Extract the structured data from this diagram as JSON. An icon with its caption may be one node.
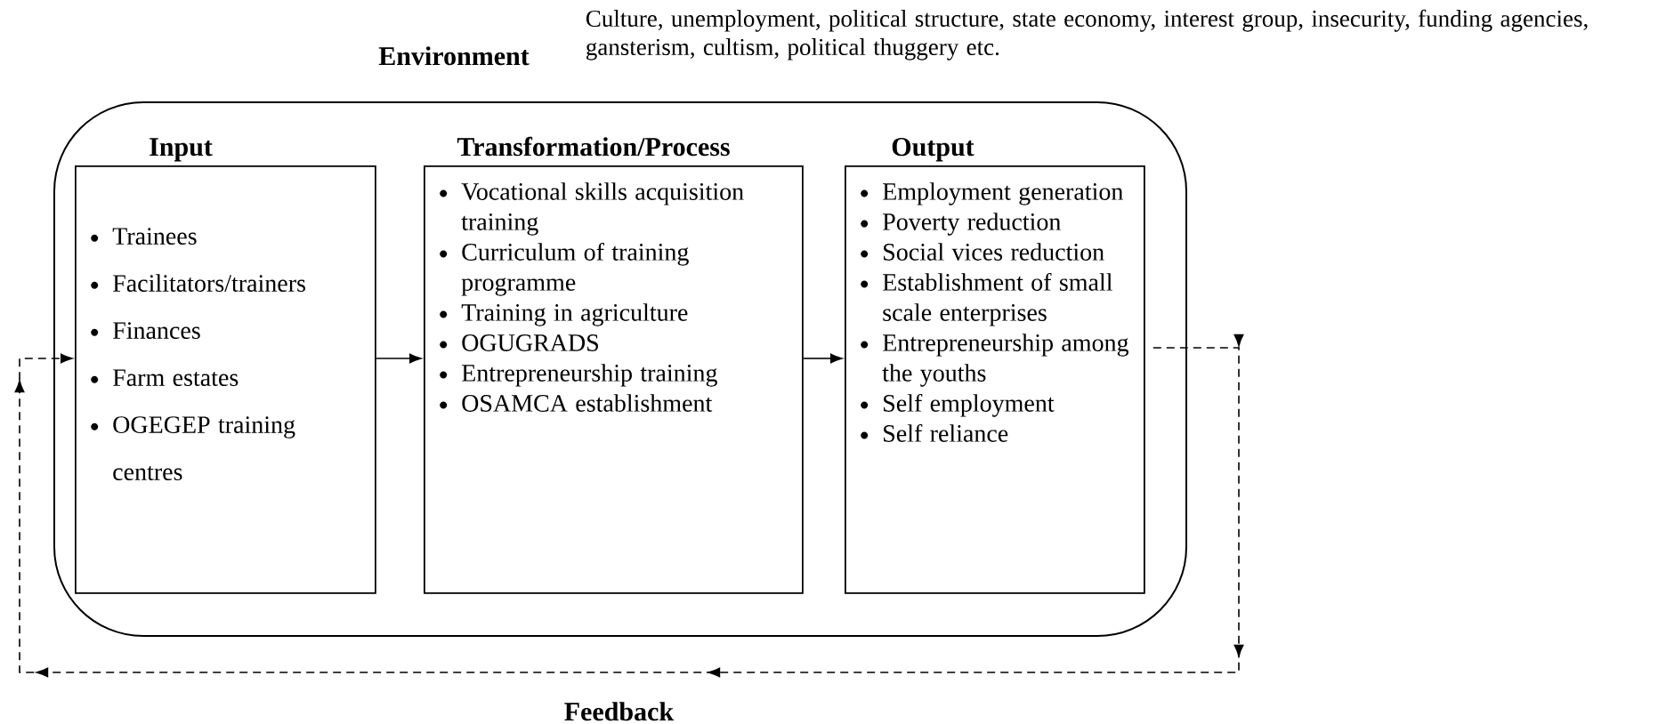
{
  "diagram": {
    "nodes": [
      {
        "text": [
          "Environment"
        ],
        "beside": [
          "Culture, unemployment, political structure, state economy, interest group, insecurity, funding agencies, gansterism, cultism, political thuggery etc."
        ]
      },
      {
        "text": [
          "Input",
          "Trainees",
          "Facilitators/trainers",
          "Finances",
          "Farm estates",
          "OGEGEP training centres"
        ],
        "in": 0
      },
      {
        "text": [
          "Transformation/Process",
          "Vocational skills acquisition training",
          "Curriculum of training programme",
          "Training in agriculture",
          "OGUGRADS",
          "Entrepreneurship training",
          "OSAMCA establishment"
        ],
        "in": 0
      },
      {
        "text": [
          "Output",
          "Employment generation",
          "Poverty reduction",
          "Social vices reduction",
          "Establishment of small scale enterprises",
          "Entrepreneurship among the youths",
          "Self employment",
          "Self reliance"
        ],
        "in": 0
      }
    ],
    "edges": [
      {
        "from": 1,
        "to": 2,
        "arrow": "to"
      },
      {
        "from": 2,
        "to": 3,
        "arrow": "to"
      },
      {
        "from": 3,
        "to": 1,
        "arrow": "to",
        "style": "dashed",
        "label": "Feedback"
      }
    ]
  }
}
